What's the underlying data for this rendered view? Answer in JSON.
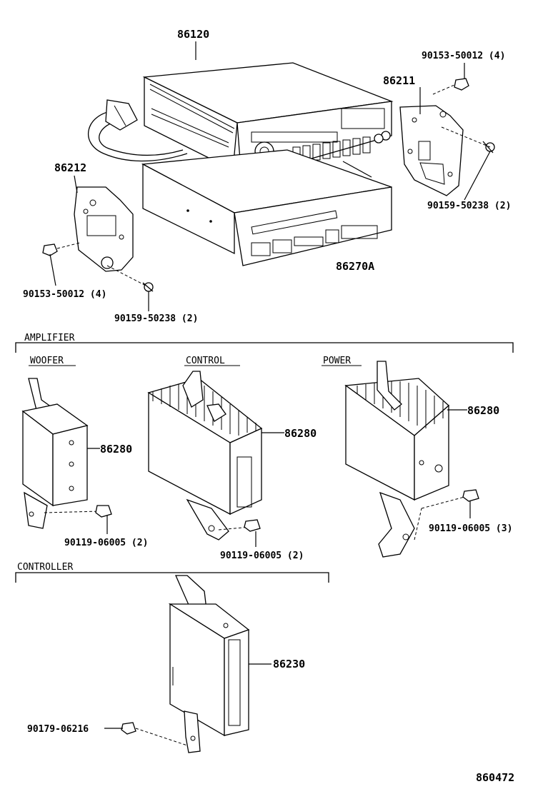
{
  "parts": {
    "radio_top": "86120",
    "bracket_right": "86211",
    "bracket_left": "86212",
    "radio_bottom": "86270A",
    "screw_right_top": "90153-50012 (4)",
    "screw_right_bottom": "90159-50238 (2)",
    "screw_left_top": "90153-50012 (4)",
    "screw_left_bottom": "90159-50238 (2)",
    "amp_woofer": "86280",
    "amp_control": "86280",
    "amp_power": "86280",
    "bolt_woofer": "90119-06005 (2)",
    "bolt_control": "90119-06005 (2)",
    "bolt_power": "90119-06005 (3)",
    "controller": "86230",
    "nut_controller": "90179-06216"
  },
  "sections": {
    "amplifier": "AMPLIFIER",
    "woofer": "WOOFER",
    "control": "CONTROL",
    "power": "POWER",
    "controller": "CONTROLLER"
  },
  "figure_id": "860472"
}
